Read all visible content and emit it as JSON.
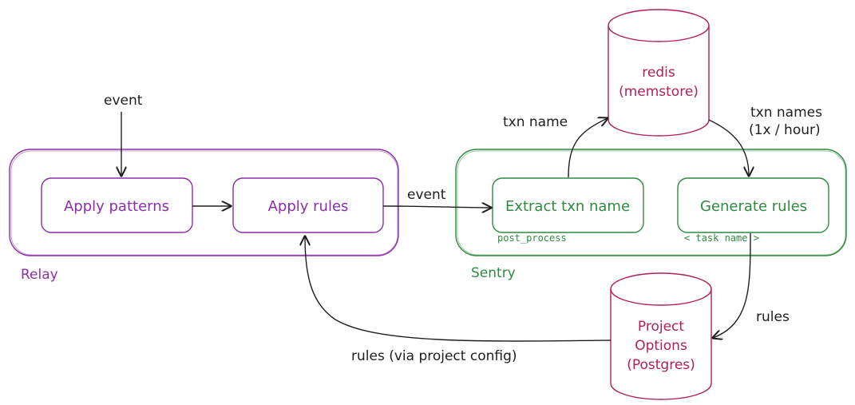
{
  "colors": {
    "relay": "#8a2fa7",
    "sentry": "#2f8a3f",
    "storage": "#b01f5a",
    "arrow": "#1e1e1e"
  },
  "relay": {
    "label": "Relay",
    "apply_patterns": "Apply patterns",
    "apply_rules": "Apply rules"
  },
  "sentry": {
    "label": "Sentry",
    "extract_txn_name": "Extract txn name",
    "extract_sub": "post_process",
    "generate_rules": "Generate rules",
    "generate_sub": "< task name >"
  },
  "redis": {
    "line1": "redis",
    "line2": "(memstore)"
  },
  "postgres": {
    "line1": "Project",
    "line2": "Options",
    "line3": "(Postgres)"
  },
  "edges": {
    "event_in": "event",
    "event_relay_to_sentry": "event",
    "txn_name": "txn name",
    "txn_names_line1": "txn names",
    "txn_names_line2": "(1x / hour)",
    "rules": "rules",
    "rules_via_config": "rules (via project config)"
  }
}
